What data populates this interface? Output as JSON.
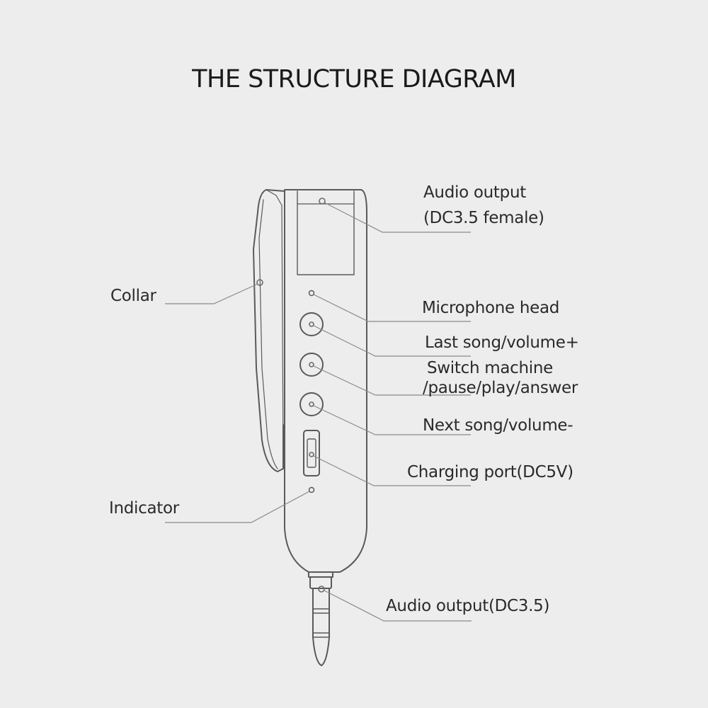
{
  "title": "THE STRUCTURE DIAGRAM",
  "colors": {
    "background": "#ededed",
    "line": "#5a5a5a",
    "leader": "#8a8a8a",
    "text": "#2a2a2a"
  },
  "labels": {
    "audio_output_female_line1": "Audio output",
    "audio_output_female_line2": "(DC3.5 female)",
    "collar": "Collar",
    "microphone_head": "Microphone head",
    "last_song": "Last song/volume+",
    "switch_machine_line1": "Switch machine",
    "switch_machine_line2": "/pause/play/answer",
    "next_song": "Next song/volume-",
    "charging_port": "Charging port(DC5V)",
    "indicator": "Indicator",
    "audio_output_plug": "Audio output(DC3.5)"
  }
}
